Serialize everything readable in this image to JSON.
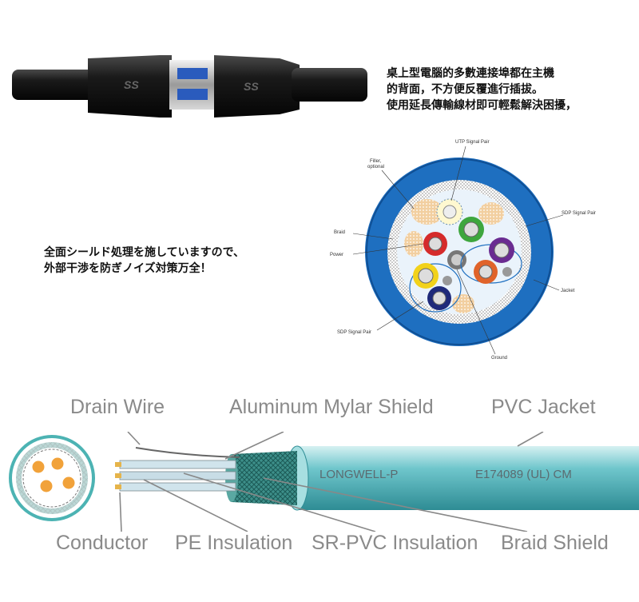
{
  "usb": {
    "plug_logo": "SS",
    "description_lines": [
      "桌上型電腦的多數連接埠都在主機",
      "的背面，不方便反覆進行插拔。",
      "使用延長傳輸線材即可輕鬆解決困擾，"
    ]
  },
  "shielding": {
    "text_lines": [
      "全面シールド処理を施していますので、",
      "外部干渉を防ぎノイズ対策万全！"
    ]
  },
  "cross_section": {
    "labels": {
      "utp": "UTP Signal Pair",
      "filler": "Filler,",
      "filler2": "optional",
      "braid": "Braid",
      "power": "Power",
      "sdp_right": "SDP Signal Pair",
      "jacket": "Jacket",
      "sdp_bottom": "SDP Signal Pair",
      "ground": "Ground"
    },
    "colors": {
      "jacket": "#1e6fc0",
      "power_red": "#d52b2b",
      "green": "#3ea63e",
      "purple": "#6a2c91",
      "orange": "#e0632a",
      "yellow": "#f2d21b",
      "navy": "#1f2a7a",
      "filler": "#f2cfa0"
    }
  },
  "cable": {
    "labels": {
      "drain_wire": "Drain Wire",
      "mylar": "Aluminum Mylar Shield",
      "pvc_jacket": "PVC Jacket",
      "conductor": "Conductor",
      "pe_insulation": "PE Insulation",
      "sr_pvc": "SR-PVC Insulation",
      "braid_shield": "Braid Shield"
    },
    "print_left": "LONGWELL-P",
    "print_right": "E174089 (UL) CM",
    "colors": {
      "jacket": "#6fc6cc",
      "jacket_dark": "#2e8c94"
    }
  }
}
